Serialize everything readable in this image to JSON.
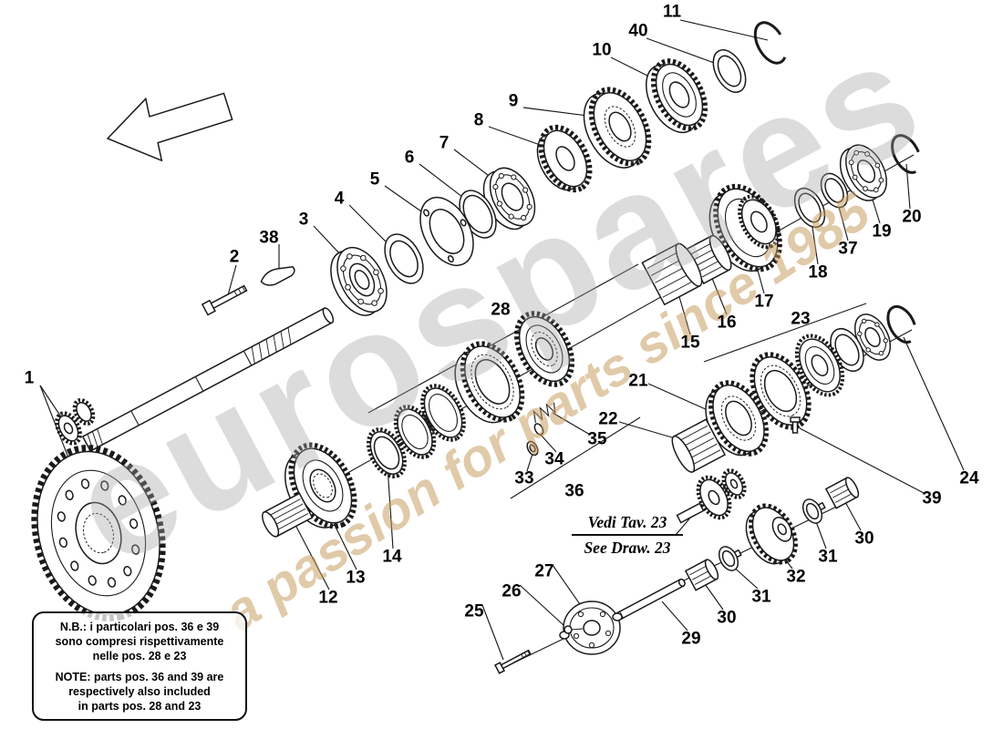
{
  "watermark": {
    "brand": "eurospares",
    "tagline": "a passion for parts since 1985",
    "brand_color": "#a3a3a3",
    "tagline_color": "#c49a5a"
  },
  "reference_note": {
    "italian": "Vedi Tav. 23",
    "english": "See Draw. 23"
  },
  "note_box": {
    "italian": [
      "N.B.: i particolari pos. 36 e 39",
      "sono compresi rispettivamente",
      "nelle pos. 28 e 23"
    ],
    "english": [
      "NOTE: parts pos. 36 and 39 are",
      "respectively also included",
      "in parts pos. 28 and 23"
    ]
  },
  "callouts": [
    {
      "label": "11"
    },
    {
      "label": "40"
    },
    {
      "label": "10"
    },
    {
      "label": "9"
    },
    {
      "label": "8"
    },
    {
      "label": "7"
    },
    {
      "label": "6"
    },
    {
      "label": "5"
    },
    {
      "label": "4"
    },
    {
      "label": "3"
    },
    {
      "label": "38"
    },
    {
      "label": "2"
    },
    {
      "label": "1"
    },
    {
      "label": "28"
    },
    {
      "label": "15"
    },
    {
      "label": "16"
    },
    {
      "label": "17"
    },
    {
      "label": "18"
    },
    {
      "label": "37"
    },
    {
      "label": "19"
    },
    {
      "label": "20"
    },
    {
      "label": "23"
    },
    {
      "label": "21"
    },
    {
      "label": "22"
    },
    {
      "label": "24"
    },
    {
      "label": "39"
    },
    {
      "label": "30"
    },
    {
      "label": "31"
    },
    {
      "label": "32"
    },
    {
      "label": "31"
    },
    {
      "label": "30"
    },
    {
      "label": "29"
    },
    {
      "label": "27"
    },
    {
      "label": "26"
    },
    {
      "label": "25"
    },
    {
      "label": "33"
    },
    {
      "label": "34"
    },
    {
      "label": "35"
    },
    {
      "label": "36"
    },
    {
      "label": "12"
    },
    {
      "label": "13"
    },
    {
      "label": "14"
    }
  ]
}
